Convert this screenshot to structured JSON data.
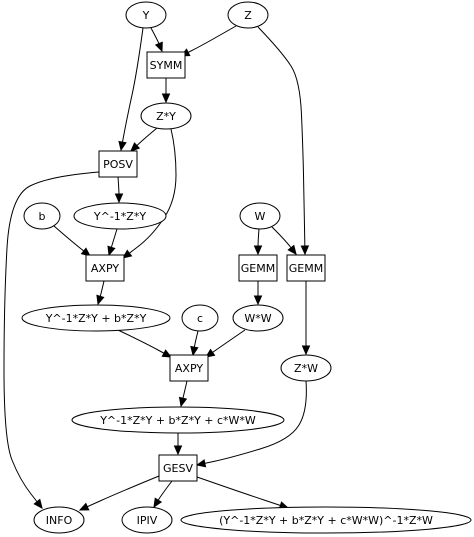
{
  "nodes": [
    {
      "id": "Y",
      "label": "Y",
      "shape": "ellipse"
    },
    {
      "id": "Z",
      "label": "Z",
      "shape": "ellipse"
    },
    {
      "id": "SYMM",
      "label": "SYMM",
      "shape": "box"
    },
    {
      "id": "ZY",
      "label": "Z*Y",
      "shape": "ellipse"
    },
    {
      "id": "POSV",
      "label": "POSV",
      "shape": "box"
    },
    {
      "id": "b",
      "label": "b",
      "shape": "ellipse"
    },
    {
      "id": "YinvZY",
      "label": "Y^-1*Z*Y",
      "shape": "ellipse"
    },
    {
      "id": "W",
      "label": "W",
      "shape": "ellipse"
    },
    {
      "id": "AXPY1",
      "label": "AXPY",
      "shape": "box"
    },
    {
      "id": "GEMM1",
      "label": "GEMM",
      "shape": "box"
    },
    {
      "id": "GEMM2",
      "label": "GEMM",
      "shape": "box"
    },
    {
      "id": "YinvZY_bZY",
      "label": "Y^-1*Z*Y + b*Z*Y",
      "shape": "ellipse"
    },
    {
      "id": "c",
      "label": "c",
      "shape": "ellipse"
    },
    {
      "id": "WW",
      "label": "W*W",
      "shape": "ellipse"
    },
    {
      "id": "AXPY2",
      "label": "AXPY",
      "shape": "box"
    },
    {
      "id": "ZW",
      "label": "Z*W",
      "shape": "ellipse"
    },
    {
      "id": "sum3",
      "label": "Y^-1*Z*Y + b*Z*Y + c*W*W",
      "shape": "ellipse"
    },
    {
      "id": "GESV",
      "label": "GESV",
      "shape": "box"
    },
    {
      "id": "INFO",
      "label": "INFO",
      "shape": "ellipse"
    },
    {
      "id": "IPIV",
      "label": "IPIV",
      "shape": "ellipse"
    },
    {
      "id": "result",
      "label": "(Y^-1*Z*Y + b*Z*Y + c*W*W)^-1*Z*W",
      "shape": "ellipse"
    }
  ],
  "edges": [
    {
      "from": "Y",
      "to": "SYMM"
    },
    {
      "from": "Y",
      "to": "POSV"
    },
    {
      "from": "Z",
      "to": "SYMM"
    },
    {
      "from": "Z",
      "to": "GEMM2"
    },
    {
      "from": "SYMM",
      "to": "ZY"
    },
    {
      "from": "ZY",
      "to": "POSV"
    },
    {
      "from": "ZY",
      "to": "AXPY1"
    },
    {
      "from": "POSV",
      "to": "YinvZY"
    },
    {
      "from": "POSV",
      "to": "INFO"
    },
    {
      "from": "b",
      "to": "AXPY1"
    },
    {
      "from": "YinvZY",
      "to": "AXPY1"
    },
    {
      "from": "W",
      "to": "GEMM1"
    },
    {
      "from": "W",
      "to": "GEMM2"
    },
    {
      "from": "AXPY1",
      "to": "YinvZY_bZY"
    },
    {
      "from": "GEMM1",
      "to": "WW"
    },
    {
      "from": "GEMM2",
      "to": "ZW"
    },
    {
      "from": "YinvZY_bZY",
      "to": "AXPY2"
    },
    {
      "from": "c",
      "to": "AXPY2"
    },
    {
      "from": "WW",
      "to": "AXPY2"
    },
    {
      "from": "AXPY2",
      "to": "sum3"
    },
    {
      "from": "ZW",
      "to": "GESV"
    },
    {
      "from": "sum3",
      "to": "GESV"
    },
    {
      "from": "GESV",
      "to": "INFO"
    },
    {
      "from": "GESV",
      "to": "IPIV"
    },
    {
      "from": "GESV",
      "to": "result"
    }
  ]
}
